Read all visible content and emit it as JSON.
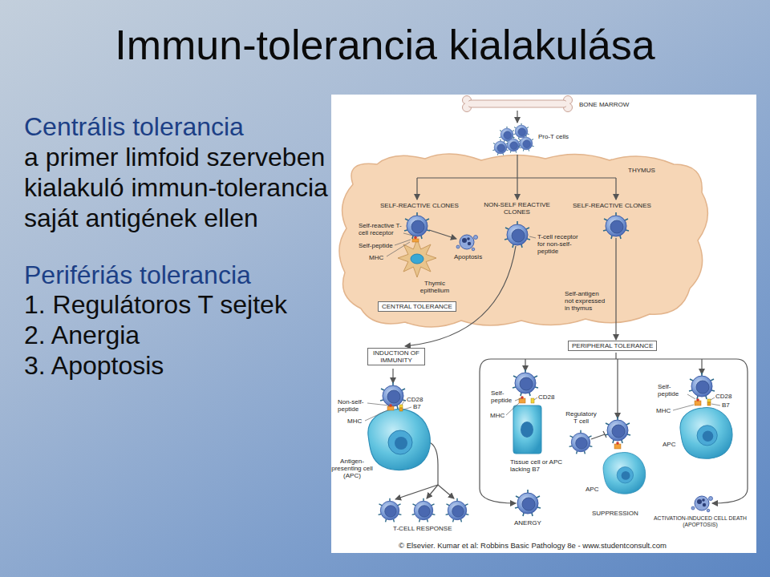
{
  "diagram": {
    "title": "Immun-tolerancia kialakulása",
    "nodes": [
      {
        "text": [
          "CENTRAL TOLERANCE"
        ]
      },
      {
        "text": [
          "INDUCTION OF IMMUNITY"
        ]
      },
      {
        "text": [
          "PERIPHERAL TOLERANCE"
        ]
      }
    ],
    "labels": [
      "Centrális tolerancia",
      "a primer limfoid szerveben kialakuló immun-tolerancia saját antigének ellen",
      "Perifériás tolerancia",
      "1. Regulátoros T sejtek",
      "2. Anergia",
      "3. Apoptosis",
      "BONE MARROW",
      "Pro-T cells",
      "THYMUS",
      "SELF-REACTIVE CLONES",
      "NON-SELF REACTIVE CLONES",
      "SELF-REACTIVE CLONES",
      "Self-reactive T-cell receptor",
      "Self-peptide",
      "MHC",
      "Apoptosis",
      "Thymic epithelium",
      "T-cell receptor for non-self-peptide",
      "Self-antigen not expressed in thymus",
      "Non-self-peptide",
      "MHC",
      "CD28",
      "B7",
      "Antigen-presenting cell (APC)",
      "T-CELL RESPONSE",
      "Self-peptide",
      "MHC",
      "CD28",
      "Tissue cell or APC lacking B7",
      "ANERGY",
      "Regulatory T cell",
      "APC",
      "SUPPRESSION",
      "Self-peptide",
      "MHC",
      "CD28",
      "B7",
      "APC",
      "ACTIVATION-INDUCED CELL DEATH (APOPTOSIS)",
      "© Elsevier. Kumar et al: Robbins Basic Pathology 8e - www.studentconsult.com"
    ]
  }
}
